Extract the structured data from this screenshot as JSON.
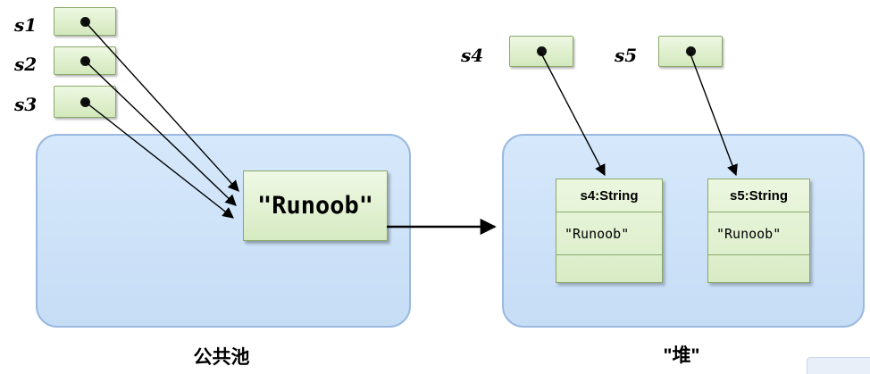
{
  "diagram": {
    "pool": {
      "label": "公共池",
      "literal": "\"Runoob\""
    },
    "heap": {
      "label": "\"堆\""
    },
    "refs": [
      {
        "label": "s1"
      },
      {
        "label": "s2"
      },
      {
        "label": "s3"
      },
      {
        "label": "s4"
      },
      {
        "label": "s5"
      }
    ],
    "objects": [
      {
        "header": "s4:String",
        "value": "\"Runoob\""
      },
      {
        "header": "s5:String",
        "value": "\"Runoob\""
      }
    ],
    "colors": {
      "box_fill": "#dcedc8",
      "box_border": "#8aa86b",
      "region_fill": "#cfe3f8",
      "region_border": "#9ab9df",
      "arrow": "#000000"
    }
  }
}
